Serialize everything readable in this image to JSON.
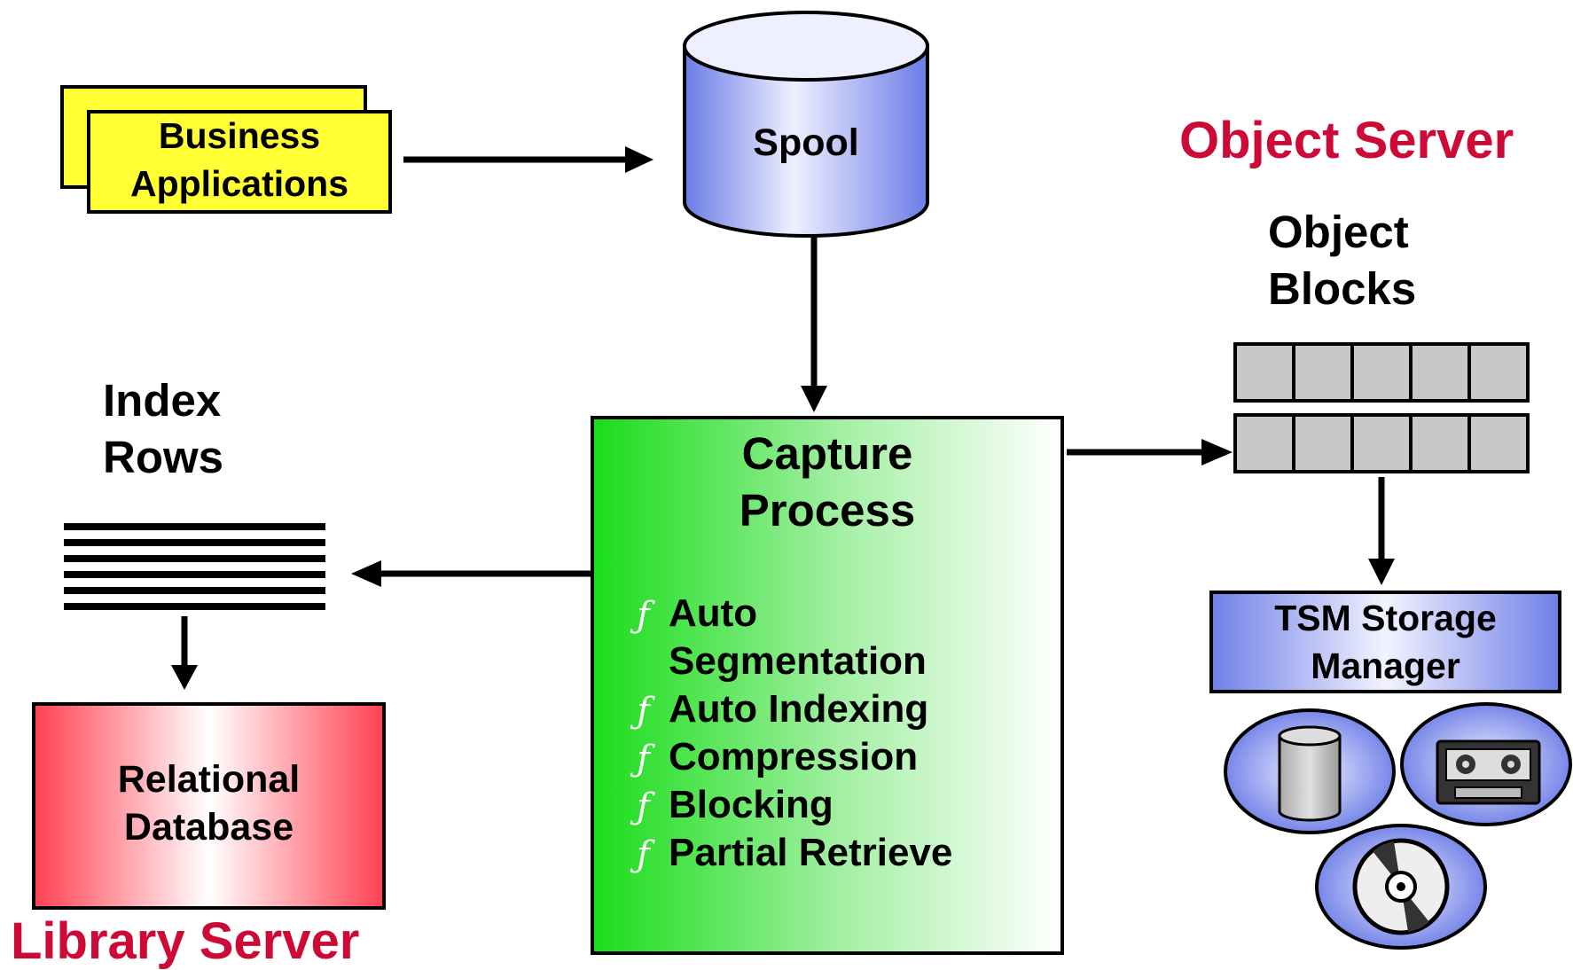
{
  "business_apps": {
    "label_line1": "Business",
    "label_line2": "Applications"
  },
  "spool": {
    "label": "Spool"
  },
  "capture": {
    "title_line1": "Capture",
    "title_line2": "Process",
    "bullet_mark": "ƒ",
    "bullets": [
      {
        "line1": "Auto",
        "line2": "Segmentation"
      },
      {
        "line1": "Auto Indexing"
      },
      {
        "line1": "Compression"
      },
      {
        "line1": "Blocking"
      },
      {
        "line1": "Partial Retrieve"
      }
    ]
  },
  "index_rows": {
    "label_line1": "Index",
    "label_line2": "Rows"
  },
  "relational_db": {
    "label_line1": "Relational",
    "label_line2": "Database"
  },
  "library_server": {
    "label": "Library Server"
  },
  "object_server": {
    "label": "Object Server"
  },
  "object_blocks": {
    "label_line1": "Object",
    "label_line2": "Blocks"
  },
  "tsm": {
    "label_line1": "TSM Storage",
    "label_line2": "Manager"
  },
  "storage_media": [
    "disk-icon",
    "tape-icon",
    "optical-disc-icon"
  ],
  "colors": {
    "accent_red": "#cc0a35",
    "business_yellow": "#ffff33",
    "capture_green": "#22dd22",
    "spool_blue": "#6f7fe8",
    "db_red": "#ff4455",
    "block_gray": "#c8c8c8"
  }
}
